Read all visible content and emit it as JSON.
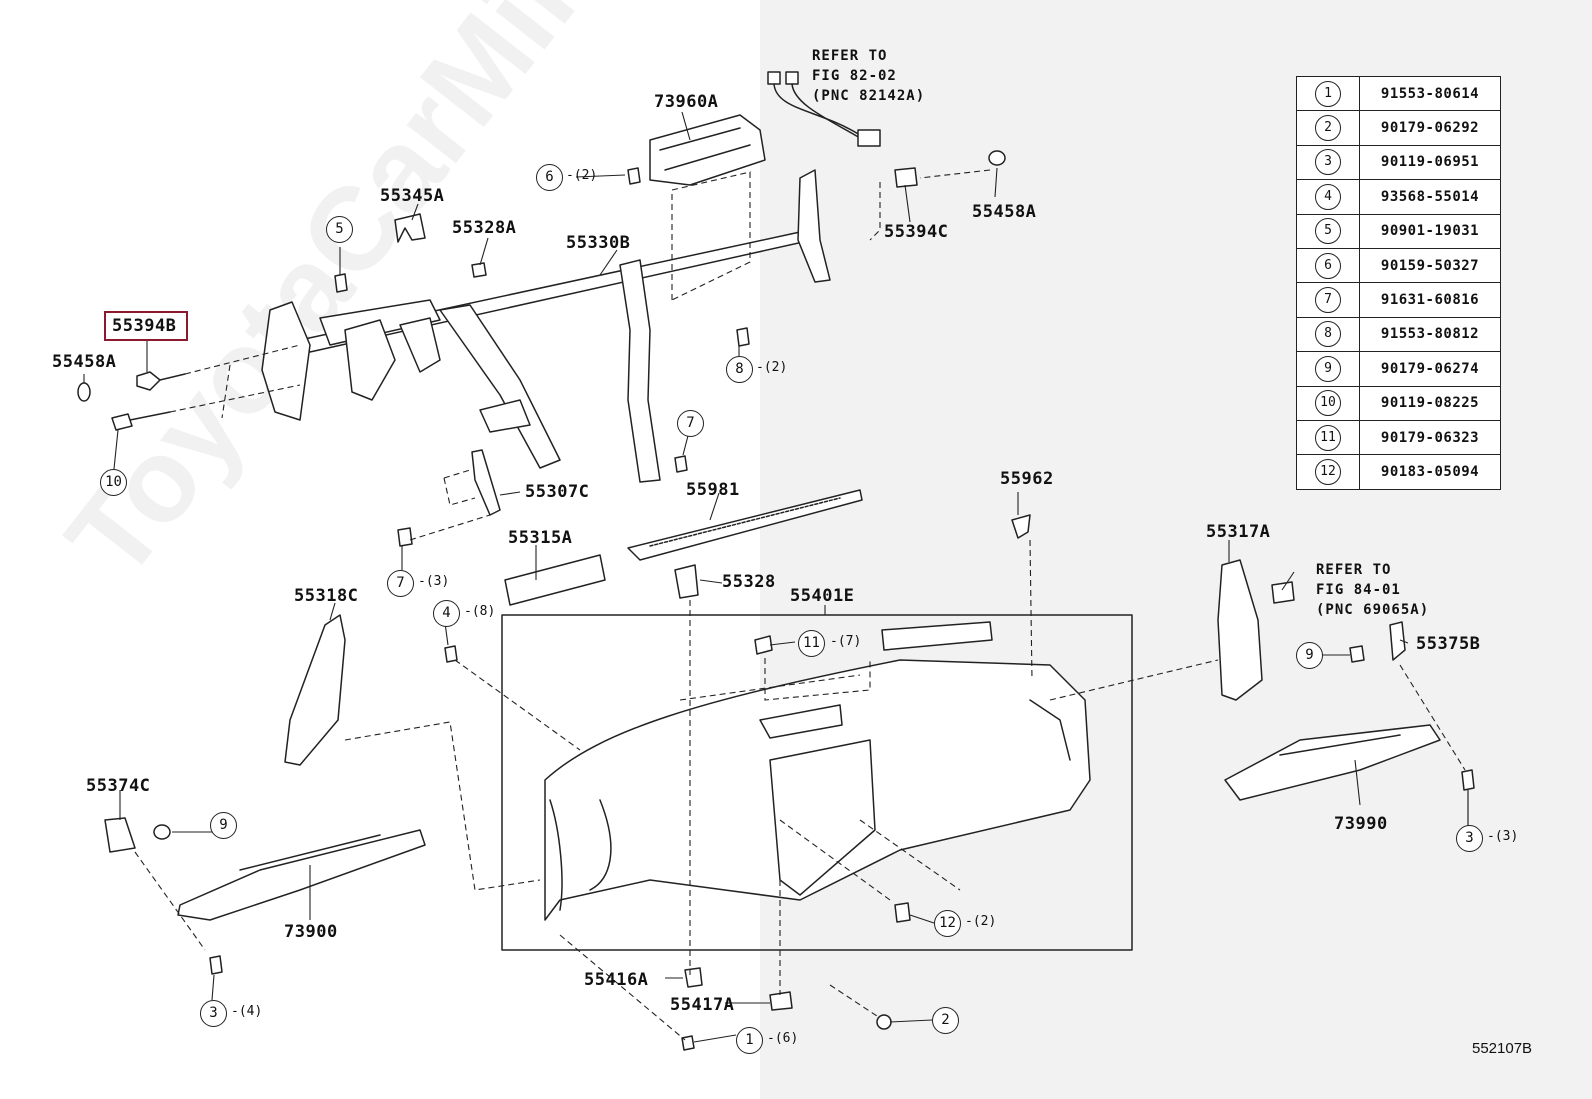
{
  "watermark": "ToyotaCarMine.ru",
  "figure_id": "552107B",
  "highlighted_part": "55394B",
  "labels": {
    "p73960A": "73960A",
    "p55345A": "55345A",
    "p55328A": "55328A",
    "p55330B": "55330B",
    "p55394C": "55394C",
    "p55458A_r": "55458A",
    "p55394B": "55394B",
    "p55458A_l": "55458A",
    "p55307C": "55307C",
    "p55981": "55981",
    "p55315A": "55315A",
    "p55962": "55962",
    "p55317A": "55317A",
    "p55318C": "55318C",
    "p55328": "55328",
    "p55401E": "55401E",
    "p55375B": "55375B",
    "p55374C": "55374C",
    "p73900": "73900",
    "p73990": "73990",
    "p55416A": "55416A",
    "p55417A": "55417A"
  },
  "refs": {
    "top": "REFER TO\nFIG 82-02\n(PNC 82142A)",
    "right": "REFER TO\nFIG 84-01\n(PNC 69065A)"
  },
  "callouts": {
    "c6": "6",
    "c5": "5",
    "c8": "8",
    "c10": "10",
    "c7a": "7",
    "c7b": "7",
    "c4": "4",
    "c11": "11",
    "c9a": "9",
    "c9b": "9",
    "c3a": "3",
    "c3b": "3",
    "c12": "12",
    "c2": "2",
    "c1": "1"
  },
  "quantities": {
    "q6": "-(2)",
    "q8": "-(2)",
    "q7b": "-(3)",
    "q4": "-(8)",
    "q11": "-(7)",
    "q3a": "-(3)",
    "q3b": "-(4)",
    "q12": "-(2)",
    "q1": "-(6)"
  },
  "parts_table": [
    {
      "num": "1",
      "part": "91553-80614"
    },
    {
      "num": "2",
      "part": "90179-06292"
    },
    {
      "num": "3",
      "part": "90119-06951"
    },
    {
      "num": "4",
      "part": "93568-55014"
    },
    {
      "num": "5",
      "part": "90901-19031"
    },
    {
      "num": "6",
      "part": "90159-50327"
    },
    {
      "num": "7",
      "part": "91631-60816"
    },
    {
      "num": "8",
      "part": "91553-80812"
    },
    {
      "num": "9",
      "part": "90179-06274"
    },
    {
      "num": "10",
      "part": "90119-08225"
    },
    {
      "num": "11",
      "part": "90179-06323"
    },
    {
      "num": "12",
      "part": "90183-05094"
    }
  ],
  "colors": {
    "highlight": "#8b1a2e",
    "line": "#222222",
    "right_background": "#f2f2f2"
  }
}
